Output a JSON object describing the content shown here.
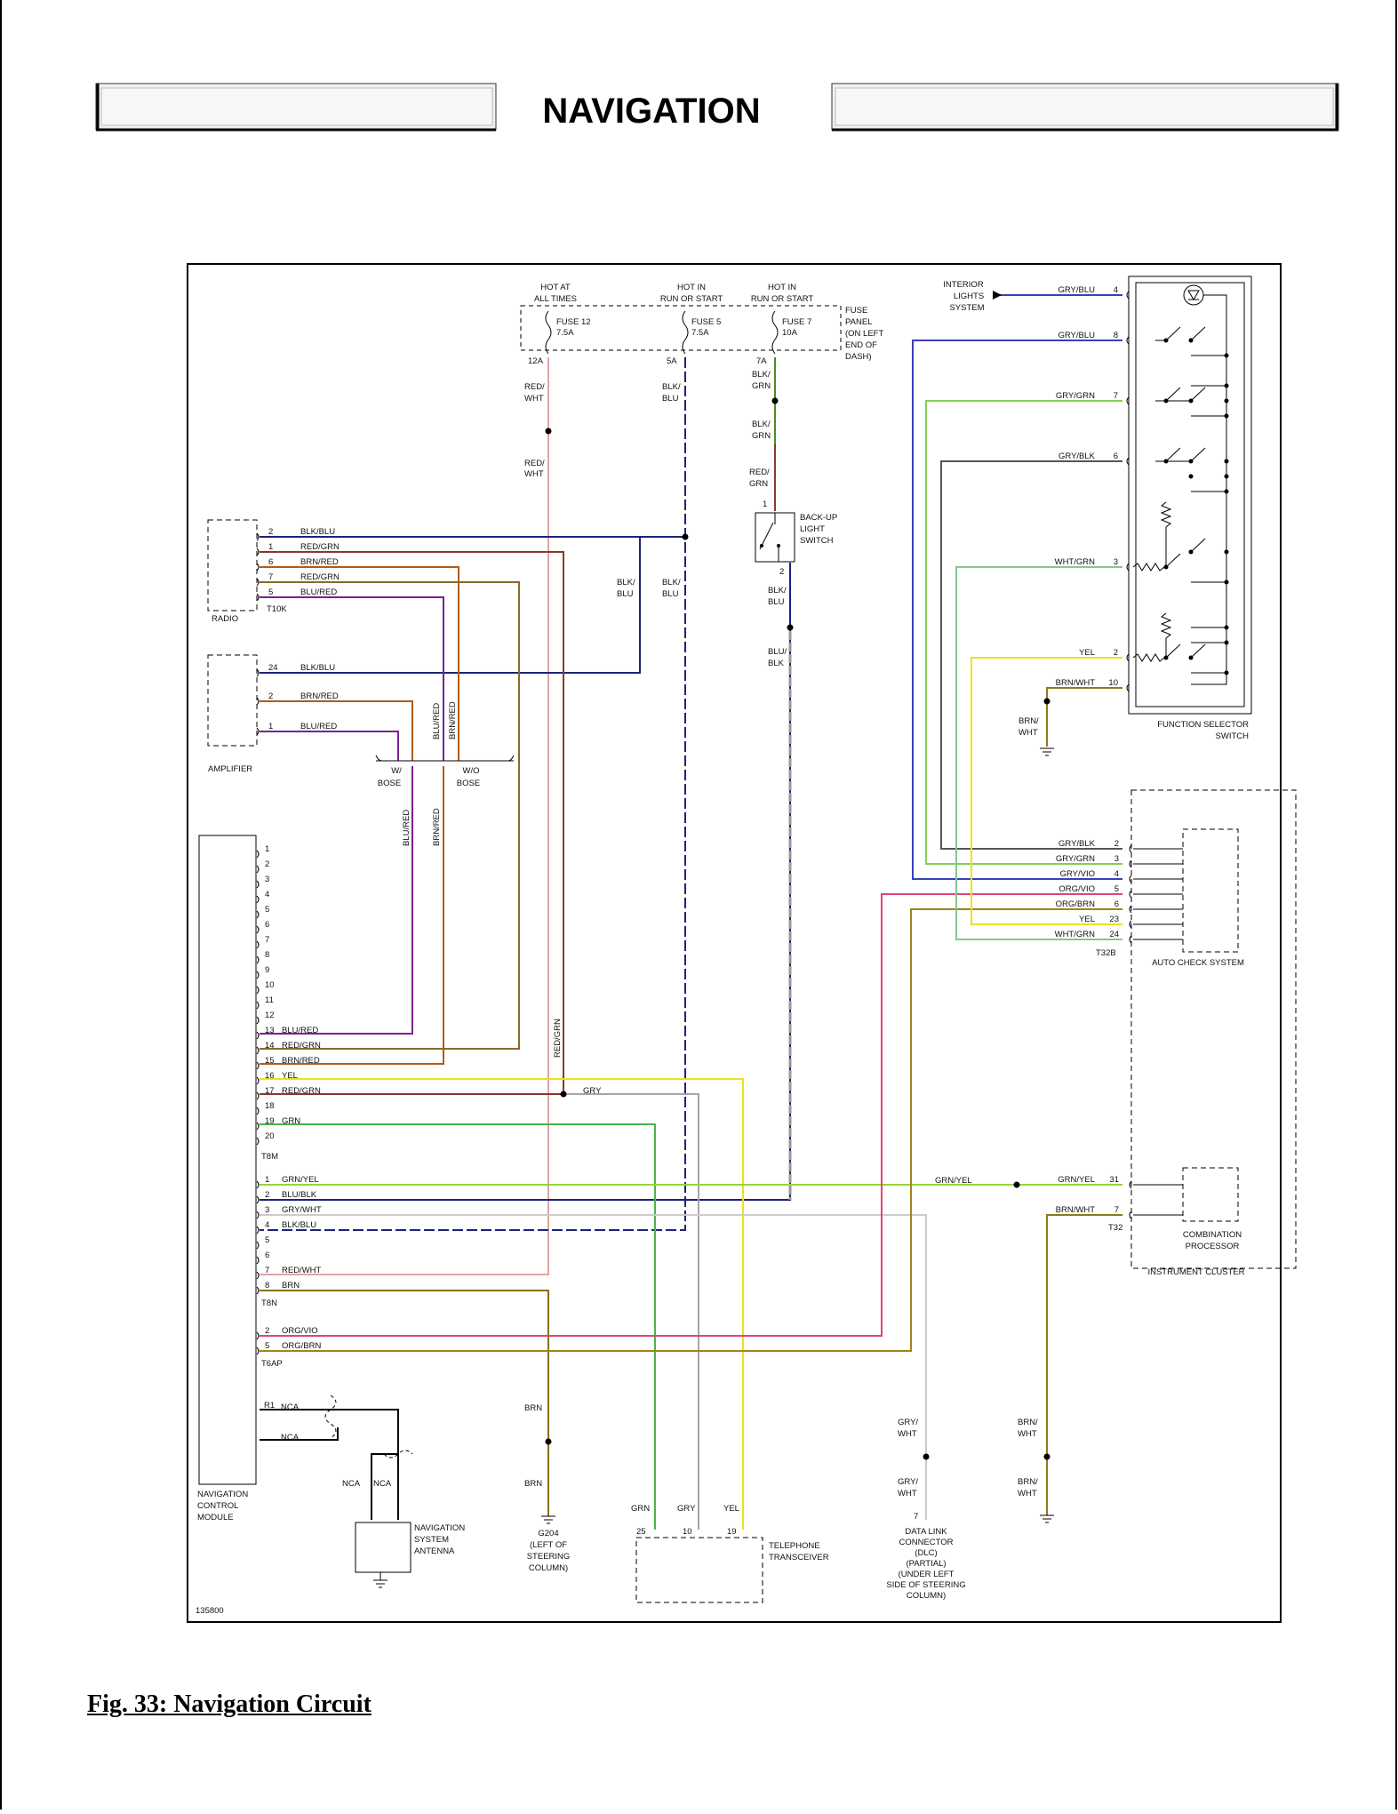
{
  "page": {
    "title": "NAVIGATION",
    "caption": "Fig. 33: Navigation Circuit",
    "figure_id": "135800"
  },
  "colors": {
    "BLU": "#1c2cb5",
    "BLK_BLU": "#1c237a",
    "RED_GRN": "#8a3a24",
    "BRN_RED": "#b05c17",
    "BLU_RED": "#7a1f96",
    "GRN_YEL": "#95d63a",
    "GRN": "#48b54a",
    "GRY": "#a6a6a6",
    "YEL": "#ece11b",
    "RED_WHT": "#e0a4a4",
    "BRN": "#857318",
    "ORG_VIO": "#e0447a",
    "ORG_BRN": "#a5821b",
    "GRY_BLK": "#555555",
    "GRY_GRN": "#7fcf55",
    "GRY_BLU": "#3a3fb8",
    "GRY_VIO": "#3840a8",
    "WHT_GRN": "#84c98a",
    "BRN_WHT": "#8a7a1e",
    "BLK_GRN": "#4b8c20",
    "BLU_BLK": "#1a227a"
  },
  "labels": {
    "hot_at_all_times_1": "HOT AT",
    "hot_at_all_times_2": "ALL TIMES",
    "hot_in_run_1a": "HOT IN",
    "hot_in_run_2a": "RUN OR START",
    "hot_in_run_1b": "HOT IN",
    "hot_in_run_2b": "RUN OR START",
    "fuse12_name": "FUSE 12",
    "fuse12_rating": "7.5A",
    "fuse5_name": "FUSE 5",
    "fuse5_rating": "7.5A",
    "fuse7_name": "FUSE 7",
    "fuse7_rating": "10A",
    "fuse_panel_1": "FUSE",
    "fuse_panel_2": "PANEL",
    "fuse_panel_3": "(ON LEFT",
    "fuse_panel_4": "END OF",
    "fuse_panel_5": "DASH)",
    "pin_12a": "12A",
    "pin_5a": "5A",
    "pin_7a": "7A",
    "red_wht_a": "RED/",
    "red_wht_b": "WHT",
    "red_wht_c": "RED/",
    "red_wht_d": "WHT",
    "blk_blu_a": "BLK/",
    "blk_blu_b": "BLU",
    "blk_grn_a": "BLK/",
    "blk_grn_b": "GRN",
    "blk_grn_c": "BLK/",
    "blk_grn_d": "GRN",
    "red_grn_a": "RED/",
    "red_grn_b": "GRN",
    "blk_blu_c": "BLK/",
    "blk_blu_d": "BLU",
    "blk_blu_e": "BLK/",
    "blk_blu_f": "BLU",
    "blk_blu_g": "BLK/",
    "blk_blu_h": "BLU",
    "blu_blk_a": "BLU/",
    "blu_blk_b": "BLK",
    "backup_1": "BACK-UP",
    "backup_2": "LIGHT",
    "backup_3": "SWITCH",
    "backup_pin1": "1",
    "backup_pin2": "2",
    "interior_1": "INTERIOR",
    "interior_2": "LIGHTS",
    "interior_3": "SYSTEM",
    "fss_1": "FUNCTION SELECTOR",
    "fss_2": "SWITCH",
    "radio": "RADIO",
    "t10k": "T10K",
    "amplifier": "AMPLIFIER",
    "w_bose_1": "W/",
    "w_bose_2": "BOSE",
    "wo_bose_1": "W/O",
    "wo_bose_2": "BOSE",
    "blu_red_v1": "BLU/RED",
    "brn_red_v1": "BRN/RED",
    "blu_red_v2": "BLU/RED",
    "brn_red_v2": "BRN/RED",
    "red_grn_v": "RED/GRN",
    "gry_mid": "GRY",
    "grn_yel_mid": "GRN/YEL",
    "t8m": "T8M",
    "t8n": "T8N",
    "t6ap": "T6AP",
    "ncm_1": "NAVIGATION",
    "ncm_2": "CONTROL",
    "ncm_3": "MODULE",
    "r1": "R1",
    "nca_1": "NCA",
    "nca_2": "NCA",
    "nca_3": "NCA",
    "nca_4": "NCA",
    "nsa_1": "NAVIGATION",
    "nsa_2": "SYSTEM",
    "nsa_3": "ANTENNA",
    "brn_a": "BRN",
    "brn_b": "BRN",
    "g204_1": "G204",
    "g204_2": "(LEFT OF",
    "g204_3": "STEERING",
    "g204_4": "COLUMN)",
    "tt_grn": "GRN",
    "tt_gry": "GRY",
    "tt_yel": "YEL",
    "tt_p25": "25",
    "tt_p10": "10",
    "tt_p19": "19",
    "tt_1": "TELEPHONE",
    "tt_2": "TRANSCEIVER",
    "dlc_gry_wht_a": "GRY/",
    "dlc_gry_wht_b": "WHT",
    "dlc_gry_wht_c": "GRY/",
    "dlc_gry_wht_d": "WHT",
    "dlc_pin": "7",
    "dlc_1": "DATA LINK",
    "dlc_2": "CONNECTOR",
    "dlc_3": "(DLC)",
    "dlc_4": "(PARTIAL)",
    "dlc_5": "(UNDER LEFT",
    "dlc_6": "SIDE OF STEERING",
    "dlc_7": "COLUMN)",
    "gnd_brn_wht_a": "BRN/",
    "gnd_brn_wht_b": "WHT",
    "gnd_brn_wht_c": "BRN/",
    "gnd_brn_wht_d": "WHT",
    "fss_gnd_brn_wht_a": "BRN/",
    "fss_gnd_brn_wht_b": "WHT",
    "acs": "AUTO CHECK SYSTEM",
    "t32b": "T32B",
    "t32": "T32",
    "cp_1": "COMBINATION",
    "cp_2": "PROCESSOR",
    "ic": "INSTRUMENT CLUSTER"
  },
  "fss_wires": [
    {
      "label": "GRY/BLU",
      "pin": "4"
    },
    {
      "label": "GRY/BLU",
      "pin": "8"
    },
    {
      "label": "GRY/GRN",
      "pin": "7"
    },
    {
      "label": "GRY/BLK",
      "pin": "6"
    },
    {
      "label": "WHT/GRN",
      "pin": "3"
    },
    {
      "label": "YEL",
      "pin": "2"
    },
    {
      "label": "BRN/WHT",
      "pin": "10"
    }
  ],
  "radio_wires": [
    {
      "pin": "2",
      "label": "BLK/BLU"
    },
    {
      "pin": "1",
      "label": "RED/GRN"
    },
    {
      "pin": "6",
      "label": "BRN/RED"
    },
    {
      "pin": "7",
      "label": "RED/GRN"
    },
    {
      "pin": "5",
      "label": "BLU/RED"
    }
  ],
  "amp_wires": [
    {
      "pin": "24",
      "label": "BLK/BLU"
    },
    {
      "pin": "2",
      "label": "BRN/RED"
    },
    {
      "pin": "1",
      "label": "BLU/RED"
    }
  ],
  "t8m_pins": [
    "1",
    "2",
    "3",
    "4",
    "5",
    "6",
    "7",
    "8",
    "9",
    "10",
    "11",
    "12",
    "13",
    "14",
    "15",
    "16",
    "17",
    "18",
    "19",
    "20"
  ],
  "t8m_wires": [
    {
      "pin": "13",
      "label": "BLU/RED"
    },
    {
      "pin": "14",
      "label": "RED/GRN"
    },
    {
      "pin": "15",
      "label": "BRN/RED"
    },
    {
      "pin": "16",
      "label": "YEL"
    },
    {
      "pin": "17",
      "label": "RED/GRN"
    },
    {
      "pin": "19",
      "label": "GRN"
    }
  ],
  "t8n_pins": [
    "1",
    "2",
    "3",
    "4",
    "5",
    "6",
    "7",
    "8"
  ],
  "t8n_wires": [
    {
      "pin": "1",
      "label": "GRN/YEL"
    },
    {
      "pin": "2",
      "label": "BLU/BLK"
    },
    {
      "pin": "3",
      "label": "GRY/WHT"
    },
    {
      "pin": "4",
      "label": "BLK/BLU"
    },
    {
      "pin": "7",
      "label": "RED/WHT"
    },
    {
      "pin": "8",
      "label": "BRN"
    }
  ],
  "t6ap_wires": [
    {
      "pin": "2",
      "label": "ORG/VIO"
    },
    {
      "pin": "5",
      "label": "ORG/BRN"
    }
  ],
  "t32b_wires": [
    {
      "label": "GRY/BLK",
      "pin": "2"
    },
    {
      "label": "GRY/GRN",
      "pin": "3"
    },
    {
      "label": "GRY/VIO",
      "pin": "4"
    },
    {
      "label": "ORG/VIO",
      "pin": "5"
    },
    {
      "label": "ORG/BRN",
      "pin": "6"
    },
    {
      "label": "YEL",
      "pin": "23"
    },
    {
      "label": "WHT/GRN",
      "pin": "24"
    }
  ],
  "t32_wires": [
    {
      "label": "GRN/YEL",
      "pin": "31"
    },
    {
      "label": "BRN/WHT",
      "pin": "7"
    }
  ]
}
